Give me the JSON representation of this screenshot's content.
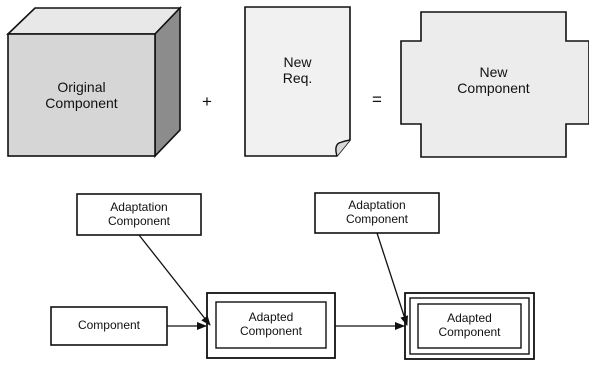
{
  "top_row": {
    "original_component": "Original\nComponent",
    "plus_sign": "+",
    "new_requirement": "New\nReq.",
    "equals_sign": "=",
    "new_component": "New\nComponent"
  },
  "bottom_row": {
    "adaptation_component_1": "Adaptation\nComponent",
    "adaptation_component_2": "Adaptation\nComponent",
    "component": "Component",
    "adapted_component_1": "Adapted\nComponent",
    "adapted_component_2": "Adapted\nComponent"
  },
  "colors": {
    "ink": "#111111",
    "cube_front": "#d6d6d6",
    "cube_top": "#e8e8e8",
    "cube_side": "#8c8c8c",
    "paper": "#f1f1f1"
  }
}
